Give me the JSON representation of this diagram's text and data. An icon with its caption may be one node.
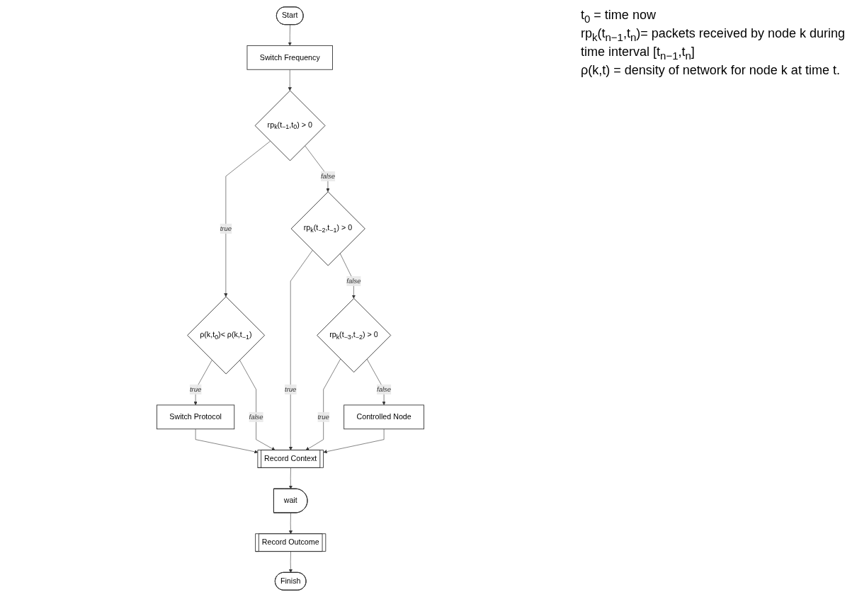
{
  "diagram": {
    "nodes": [
      {
        "text": [
          "Start"
        ]
      },
      {
        "text": [
          "Switch Frequency"
        ]
      },
      {
        "text": [
          "rp$_{k}$(t$_{−1}$,t$_{0}$) > 0"
        ]
      },
      {
        "text": [
          "ρ(k,t$_{0}$)< ρ(k,t$_{−1}$)"
        ]
      },
      {
        "text": [
          "Switch Protocol"
        ]
      },
      {
        "text": [
          "rp$_{k}$(t$_{−2}$,t$_{−1}$) > 0"
        ]
      },
      {
        "text": [
          "rp$_{k}$(t$_{−3}$,t$_{−2}$) > 0"
        ]
      },
      {
        "text": [
          "Controlled Node"
        ]
      },
      {
        "text": [
          "Record Context"
        ]
      },
      {
        "text": [
          "wait"
        ]
      },
      {
        "text": [
          "Record Outcome"
        ]
      },
      {
        "text": [
          "Finish"
        ]
      }
    ],
    "edges": [
      {
        "from": 0,
        "to": 1,
        "arrow": "to"
      },
      {
        "from": 1,
        "to": 2,
        "arrow": "to"
      },
      {
        "from": 2,
        "to": 3,
        "arrow": "to",
        "label": "true"
      },
      {
        "from": 2,
        "to": 5,
        "arrow": "to",
        "label": "false"
      },
      {
        "from": 3,
        "to": 4,
        "arrow": "to",
        "label": "true"
      },
      {
        "from": 3,
        "to": 8,
        "arrow": "to",
        "label": "false"
      },
      {
        "from": 5,
        "to": 8,
        "arrow": "to",
        "label": "true"
      },
      {
        "from": 5,
        "to": 6,
        "arrow": "to",
        "label": "false"
      },
      {
        "from": 6,
        "to": 8,
        "arrow": "to",
        "label": "true"
      },
      {
        "from": 6,
        "to": 7,
        "arrow": "to",
        "label": "false"
      },
      {
        "from": 4,
        "to": 8,
        "arrow": "to"
      },
      {
        "from": 7,
        "to": 8,
        "arrow": "to"
      },
      {
        "from": 8,
        "to": 9,
        "arrow": "to"
      },
      {
        "from": 9,
        "to": 10,
        "arrow": "to"
      },
      {
        "from": 10,
        "to": 11,
        "arrow": "to"
      }
    ],
    "labels": [
      "t$_{0}$ = time now",
      "rp$_{k}$(t$_{n−1}$,t$_{n}$)= packets received by node k during time interval [t$_{n−1}$,t$_{n}$]",
      "ρ(k,t) = density of network for node k at time t."
    ]
  }
}
